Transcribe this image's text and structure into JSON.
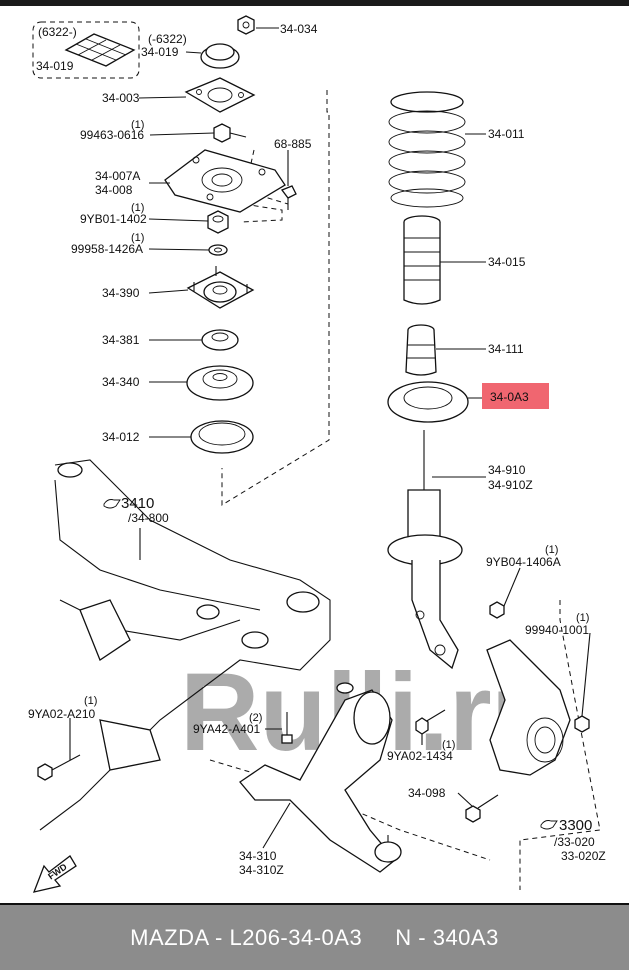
{
  "labels": {
    "l6322a": "(6322-)",
    "l6322b": "(-6322)",
    "l34019a": "34-019",
    "l34019b": "34-019",
    "l34034": "34-034",
    "l34003": "34-003",
    "q1a": "(1)",
    "l99463": "99463-0616",
    "l68885": "68-885",
    "l34007": "34-007A",
    "l34008": "34-008",
    "q1b": "(1)",
    "l9yb01": "9YB01-1402",
    "q1c": "(1)",
    "l99958": "99958-1426A",
    "l34390": "34-390",
    "l34381": "34-381",
    "l34340": "34-340",
    "l34012": "34-012",
    "l34011": "34-011",
    "l34015": "34-015",
    "l34111": "34-111",
    "l340a3": "34-0A3",
    "l34910": "34-910",
    "l34910z": "34-910Z",
    "q1d": "(1)",
    "l9yb04": "9YB04-1406A",
    "q1e": "(1)",
    "l99940": "99940-1001",
    "l3410": "3410",
    "l34800": "/34-800",
    "q1f": "(1)",
    "l9ya02a": "9YA02-A210",
    "q2": "(2)",
    "l9ya42": "9YA42-A401",
    "q1g": "(1)",
    "l9ya02b": "9YA02-1434",
    "l34098": "34-098",
    "l3300": "3300",
    "l33020": "/33-020",
    "l33020z": "33-020Z",
    "l34310": "34-310",
    "l34310z": "34-310Z",
    "fwd": "FWD"
  },
  "watermark": "Rulli.ru",
  "footer": {
    "brand": "MAZDA - L206-34-0A3",
    "number": "N - 340A3"
  },
  "colors": {
    "highlight": "#f06670",
    "footer_bg": "#8c8c8c"
  }
}
